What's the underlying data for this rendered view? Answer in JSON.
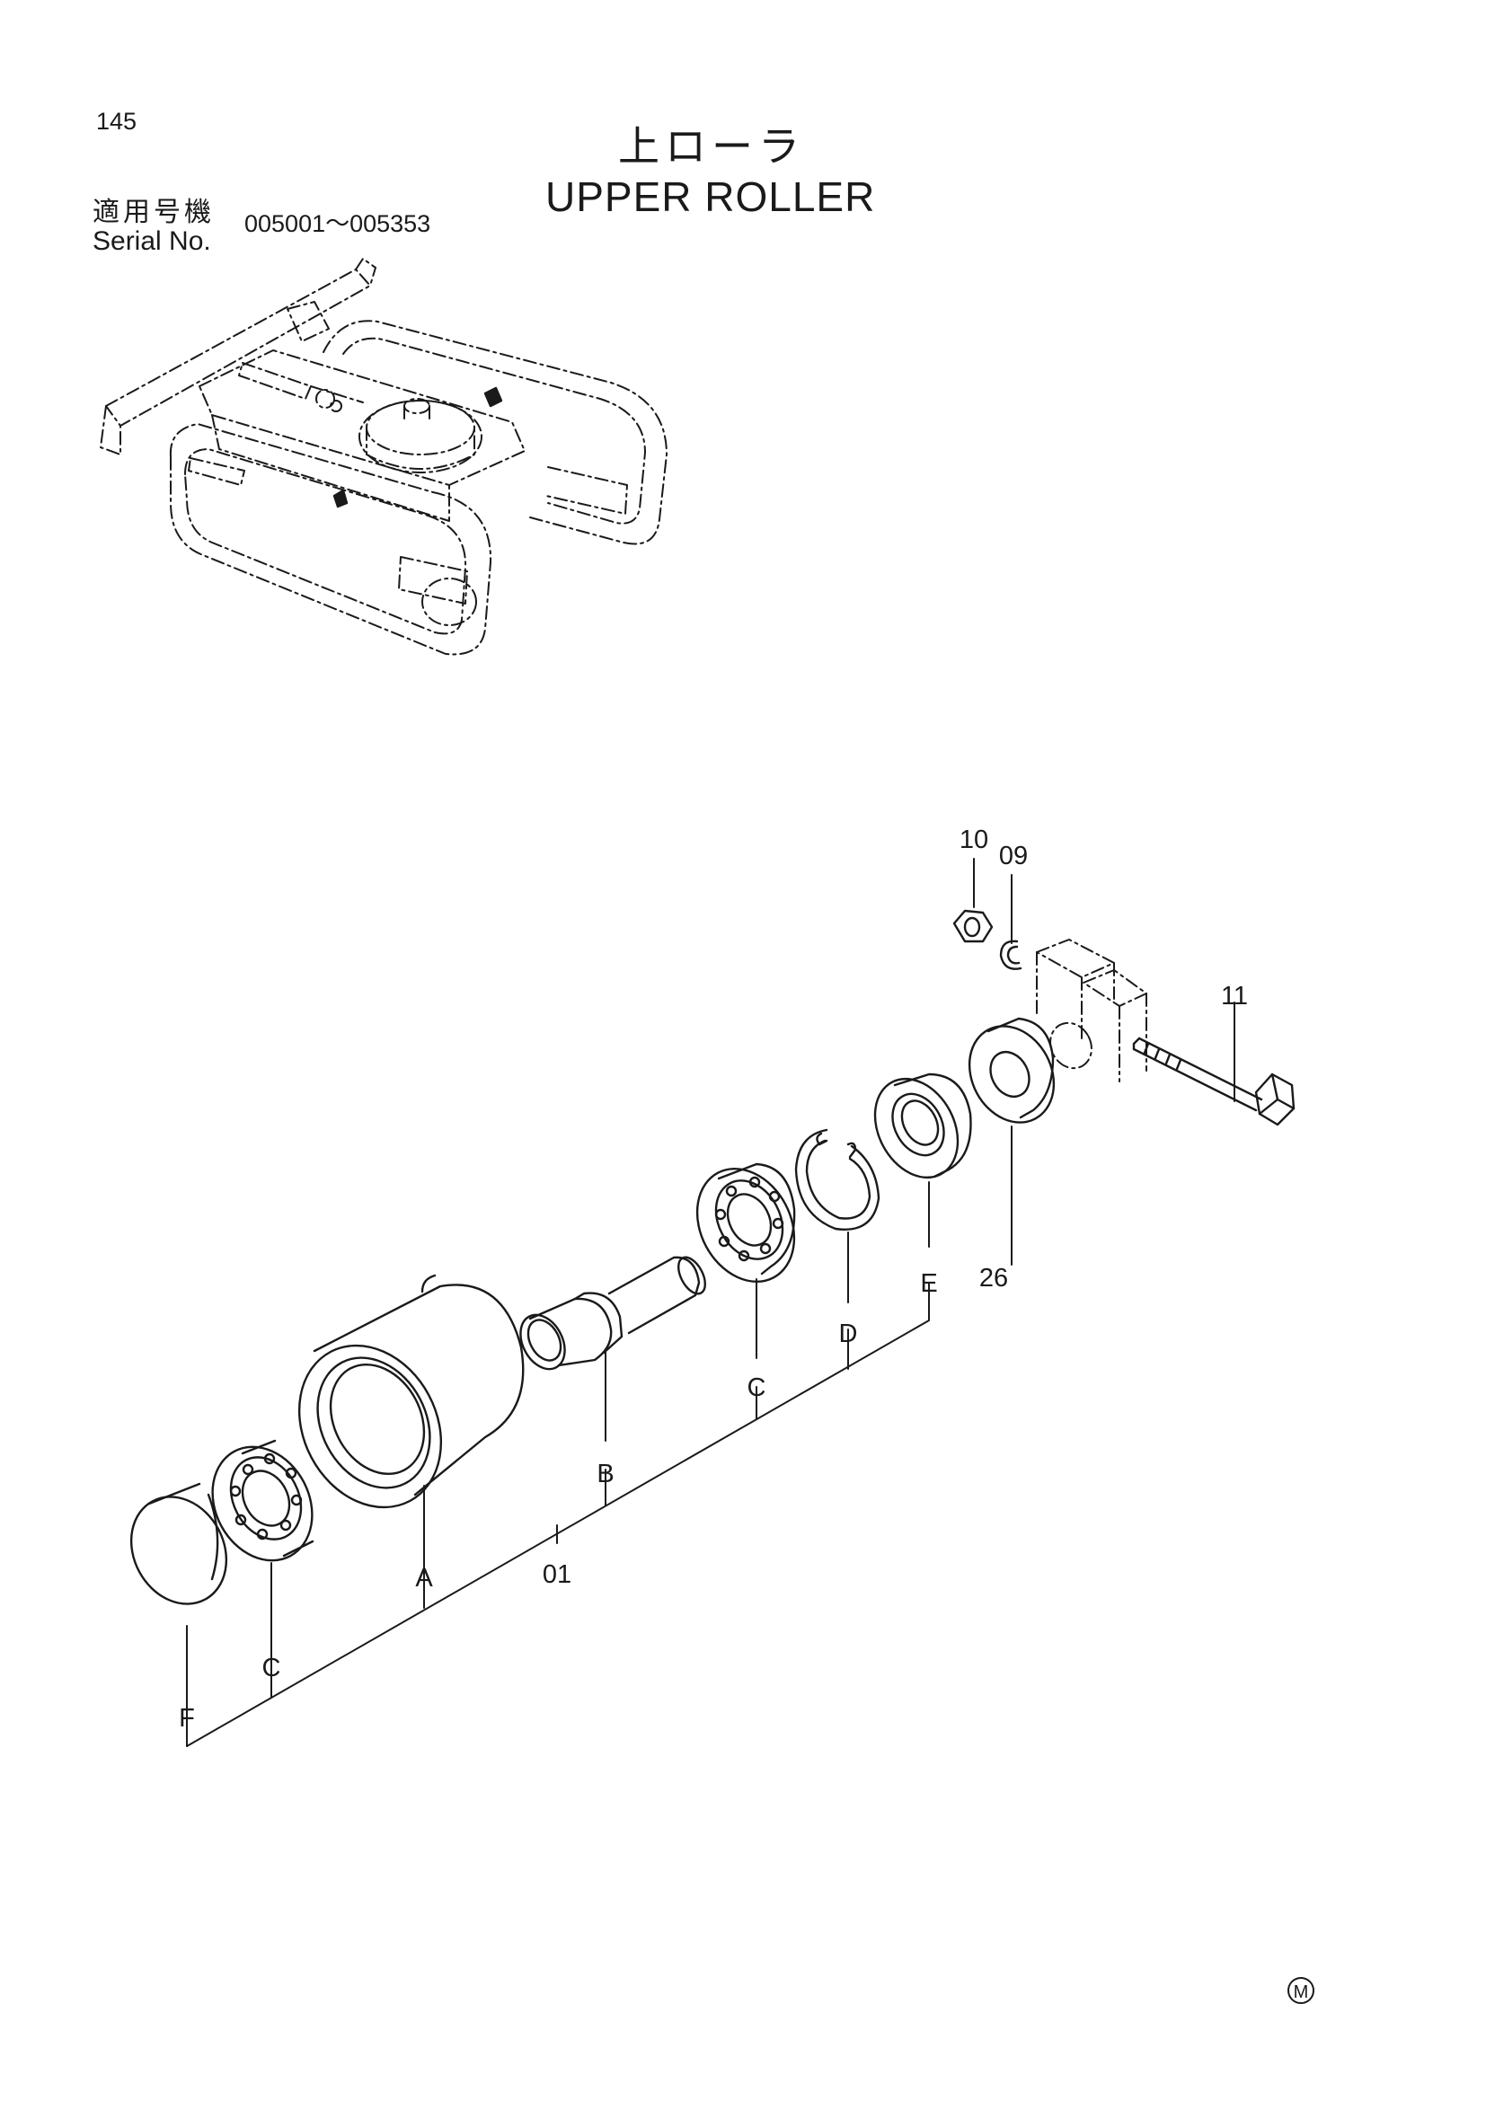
{
  "header": {
    "page_number": "145",
    "title_ja": "上ローラ",
    "title_en": "UPPER ROLLER",
    "serial_label_ja": "適用号機",
    "serial_label_en": "Serial No.",
    "serial_range": "005001～005353"
  },
  "callouts": {
    "assembly": "01",
    "washer": "09",
    "nut": "10",
    "bolt": "11",
    "seal": "26",
    "roller_body": "A",
    "shaft": "B",
    "bearing": "C",
    "snap_ring": "D",
    "collar": "E",
    "cap": "F"
  },
  "footer": {
    "mark": "M"
  },
  "colors": {
    "ink": "#1a1a1a",
    "paper": "#ffffff"
  }
}
